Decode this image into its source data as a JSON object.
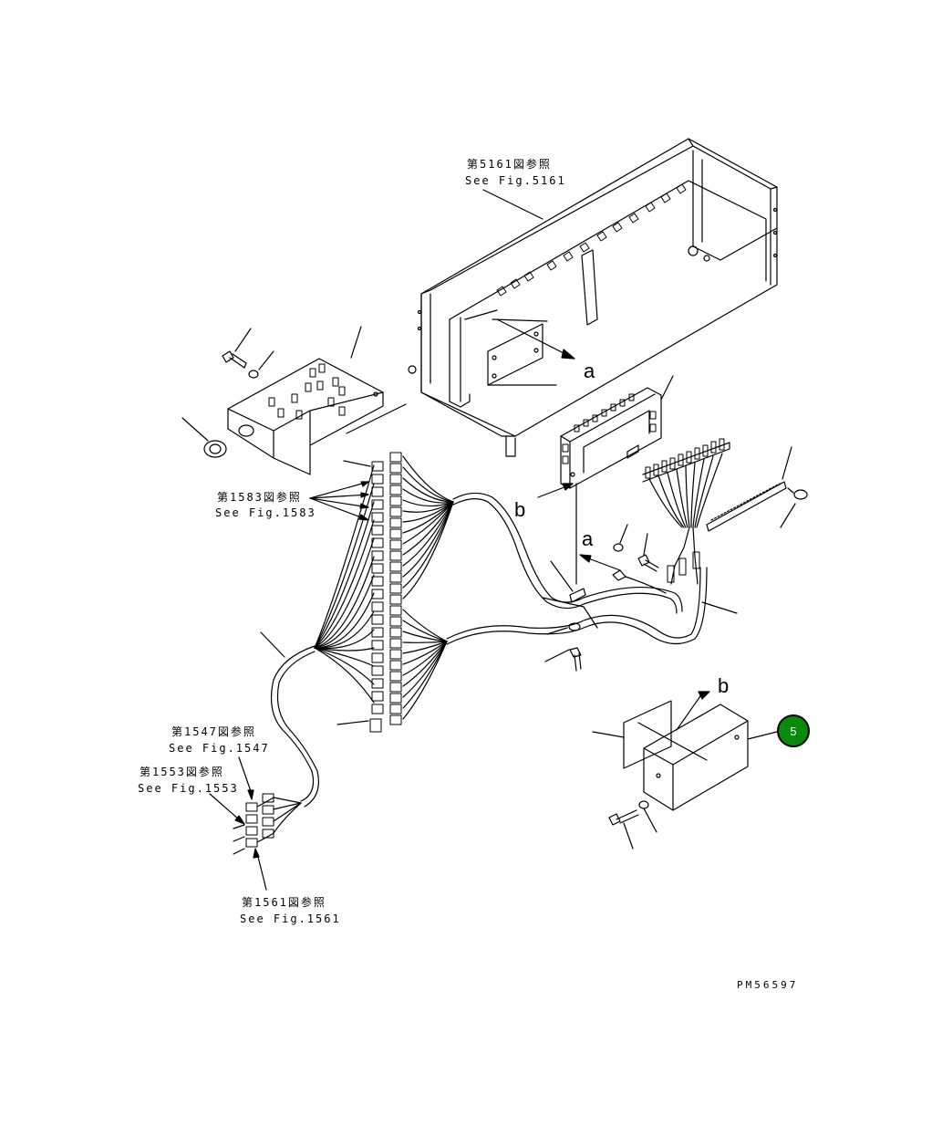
{
  "refs": {
    "fig5161": {
      "jp": "第5161図参照",
      "en": "See Fig.5161"
    },
    "fig1583": {
      "jp": "第1583図参照",
      "en": "See Fig.1583"
    },
    "fig1547": {
      "jp": "第1547図参照",
      "en": "See Fig.1547"
    },
    "fig1553": {
      "jp": "第1553図参照",
      "en": "See Fig.1553"
    },
    "fig1561": {
      "jp": "第1561図参照",
      "en": "See Fig.1561"
    }
  },
  "letters": {
    "a1": "a",
    "a2": "a",
    "b1": "b",
    "b2": "b"
  },
  "hotspot": {
    "label": "5",
    "color": "#0a8a0a"
  },
  "drawing_code": "PM56597"
}
